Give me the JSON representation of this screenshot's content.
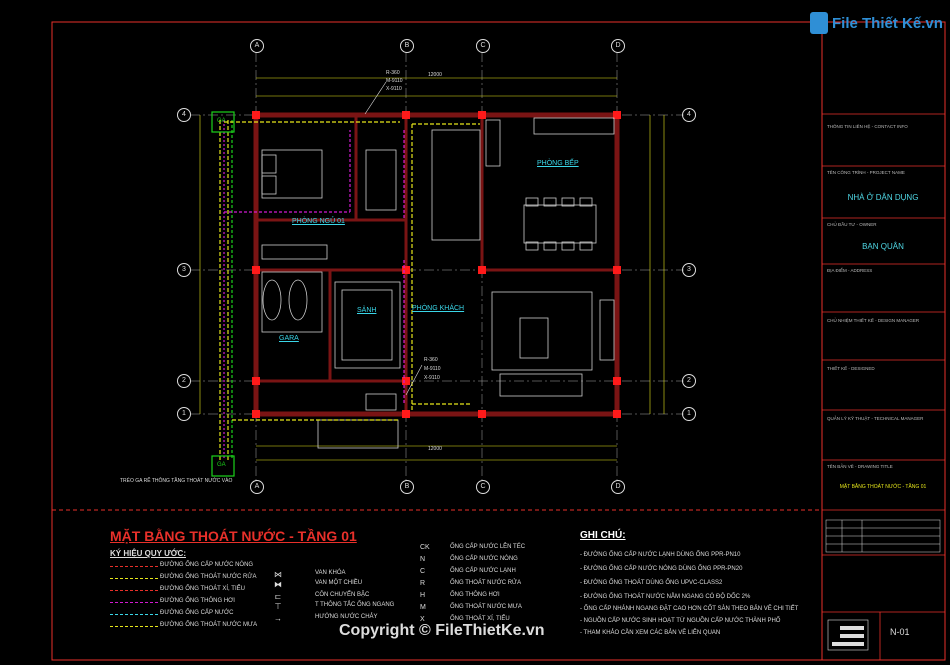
{
  "colors": {
    "background": "#000000",
    "wall": "#7a1414",
    "column": "#ff1a1a",
    "dim": "#e8e81a",
    "border": "#e8302a",
    "text": "#dddddd",
    "accent": "#3ad6e8",
    "drain_yellow": "#e6e61a",
    "drain_magenta": "#d11ad1",
    "green": "#1ad11a"
  },
  "logo": {
    "text": "File Thiết Kế.vn",
    "icon_name": "file-logo-icon"
  },
  "copyright": "Copyright © FileThietKe.vn",
  "grid": {
    "cols": [
      "A",
      "B",
      "C",
      "D"
    ],
    "rows": [
      "4",
      "3",
      "2",
      "1"
    ]
  },
  "rooms": {
    "ngu": "PHÒNG NGỦ 01",
    "bep": "PHÒNG BẾP",
    "sanh": "SẢNH",
    "khach": "PHÒNG KHÁCH",
    "gara": "GARA"
  },
  "labels": {
    "r360_top": [
      "R-360",
      "M-9110",
      "X-9110"
    ],
    "r360_bot": [
      "R-360",
      "M-9110",
      "X-9110"
    ],
    "ga1": "GA",
    "ga2": "GA",
    "ga_note": "TRÉO GA RẼ THÔNG TẦNG THOÁT NƯỚC VÀO",
    "dim_top": "12000",
    "dim_bot": "12000"
  },
  "title": "MẶT BẰNG THOÁT NƯỚC - TẦNG 01",
  "legend": {
    "heading": "KÝ HIỆU QUY ƯỚC:",
    "items": [
      {
        "label": "ĐƯỜNG ỐNG CẤP NƯỚC NÓNG",
        "color": "#e8302a"
      },
      {
        "label": "ĐƯỜNG ỐNG THOÁT NƯỚC RỬA",
        "color": "#e6e61a"
      },
      {
        "label": "ĐƯỜNG ỐNG THOÁT XÍ, TIỂU",
        "color": "#e8302a"
      },
      {
        "label": "ĐƯỜNG ỐNG THÔNG HƠI",
        "color": "#d11ad1"
      },
      {
        "label": "ĐƯỜNG ỐNG CẤP NƯỚC",
        "color": "#3ad6e8"
      },
      {
        "label": "ĐƯỜNG ỐNG THOÁT NƯỚC MƯA",
        "color": "#e6e61a"
      }
    ],
    "symbols": [
      {
        "icon": "valve-icon",
        "glyph": "⋈",
        "label": "VAN KHÓA"
      },
      {
        "icon": "check-valve-icon",
        "glyph": "⧓",
        "label": "VAN MỘT CHIỀU"
      },
      {
        "icon": "reducer-icon",
        "glyph": "⊏",
        "label": "CÔN CHUYỂN BẬC"
      },
      {
        "icon": "tee-icon",
        "glyph": "⊤",
        "label": "T THÔNG TẮC ỐNG NGANG"
      },
      {
        "icon": "flow-arrow-icon",
        "glyph": "→",
        "label": "HƯỚNG NƯỚC CHẢY"
      }
    ],
    "abbr": [
      {
        "code": "CK",
        "label": "ỐNG CẤP NƯỚC LÊN TÉC"
      },
      {
        "code": "N",
        "label": "ỐNG CẤP NƯỚC NÓNG"
      },
      {
        "code": "C",
        "label": "ỐNG CẤP NƯỚC LẠNH"
      },
      {
        "code": "R",
        "label": "ỐNG THOÁT NƯỚC RỬA"
      },
      {
        "code": "H",
        "label": "ỐNG THÔNG HƠI"
      },
      {
        "code": "M",
        "label": "ỐNG THOÁT NƯỚC MƯA"
      },
      {
        "code": "X",
        "label": "ỐNG THOÁT XÍ, TIỂU"
      }
    ]
  },
  "notes": {
    "heading": "GHI CHÚ:",
    "items": [
      "- ĐƯỜNG ỐNG CẤP NƯỚC LẠNH DÙNG ỐNG PPR-PN10",
      "- ĐƯỜNG ỐNG CẤP NƯỚC NÓNG DÙNG ỐNG PPR-PN20",
      "- ĐƯỜNG ỐNG THOÁT DÙNG ỐNG UPVC-CLASS2",
      "- ĐƯỜNG ỐNG THOÁT NƯỚC NẰM NGANG CÓ ĐỘ DỐC 2%",
      "- ỐNG CẤP NHÁNH NGANG ĐẶT CAO HƠN CỐT SÀN THEO BẢN VẼ CHI TIẾT",
      "- NGUỒN CẤP NƯỚC SINH HOẠT TỪ NGUỒN CẤP NƯỚC THÀNH PHỐ",
      "- THAM KHẢO CẦN XEM CÁC BẢN VẼ LIÊN QUAN"
    ]
  },
  "title_block": {
    "rows": [
      {
        "label": "THÔNG TIN LIÊN HỆ - CONTACT INFO",
        "value": ""
      },
      {
        "label": "TÊN CÔNG TRÌNH - PROJECT NAME",
        "value": "NHÀ Ở DÂN DỤNG"
      },
      {
        "label": "CHỦ ĐẦU TƯ - OWNER",
        "value": "BẠN QUÂN"
      },
      {
        "label": "ĐỊA ĐIỂM - ADDRESS",
        "value": ""
      },
      {
        "label": "CHỦ NHIỆM THIẾT KẾ - DESIGN MANAGER",
        "value": ""
      },
      {
        "label": "THIẾT KẾ - DESIGNED",
        "value": ""
      },
      {
        "label": "QUẢN LÝ KỸ THUẬT - TECHNICAL MANAGER",
        "value": ""
      },
      {
        "label": "TÊN BẢN VẼ - DRAWING TITLE",
        "value": "MẶT BẰNG THOÁT NƯỚC - TẦNG 01"
      }
    ],
    "sheet_number": "N-01"
  }
}
